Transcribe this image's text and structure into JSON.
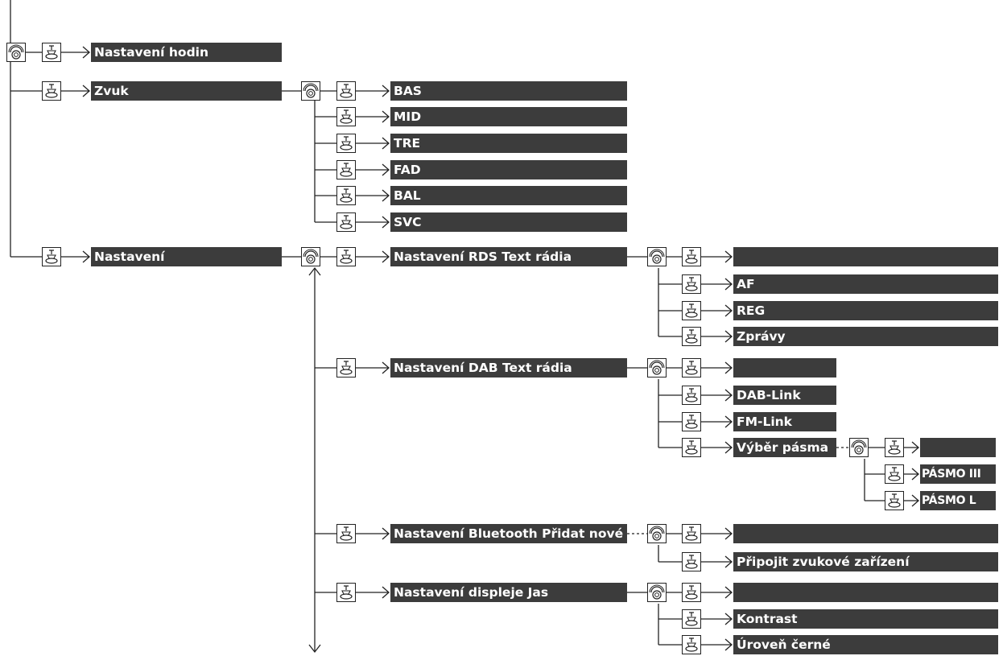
{
  "menu": {
    "clock": "Nastavení hodin",
    "sound": {
      "label": "Zvuk",
      "items": [
        "BAS",
        "MID",
        "TRE",
        "FAD",
        "BAL",
        "SVC"
      ]
    },
    "settings": {
      "label": "Nastavení",
      "rds": {
        "label": "Nastavení RDS Text rádia",
        "items": [
          "",
          "AF",
          "REG",
          "Zprávy"
        ]
      },
      "dab": {
        "label": "Nastavení DAB Text rádia",
        "items": [
          "",
          "DAB-Link",
          "FM-Link",
          "Výběr pásma"
        ],
        "band": {
          "items": [
            "",
            "PÁSMO III",
            "PÁSMO L"
          ]
        }
      },
      "bluetooth": {
        "label": "Nastavení Bluetooth Přidat nové",
        "items": [
          "",
          "Připojit zvukové zařízení"
        ]
      },
      "display": {
        "label": "Nastavení displeje Jas",
        "items": [
          "",
          "Kontrast",
          "Úroveň černé"
        ]
      }
    }
  },
  "icons": {
    "dial": "dial-knob-icon",
    "press": "push-button-icon"
  },
  "colors": {
    "bar": "#3c3c3c",
    "line": "#222222",
    "text": "#ffffff"
  }
}
